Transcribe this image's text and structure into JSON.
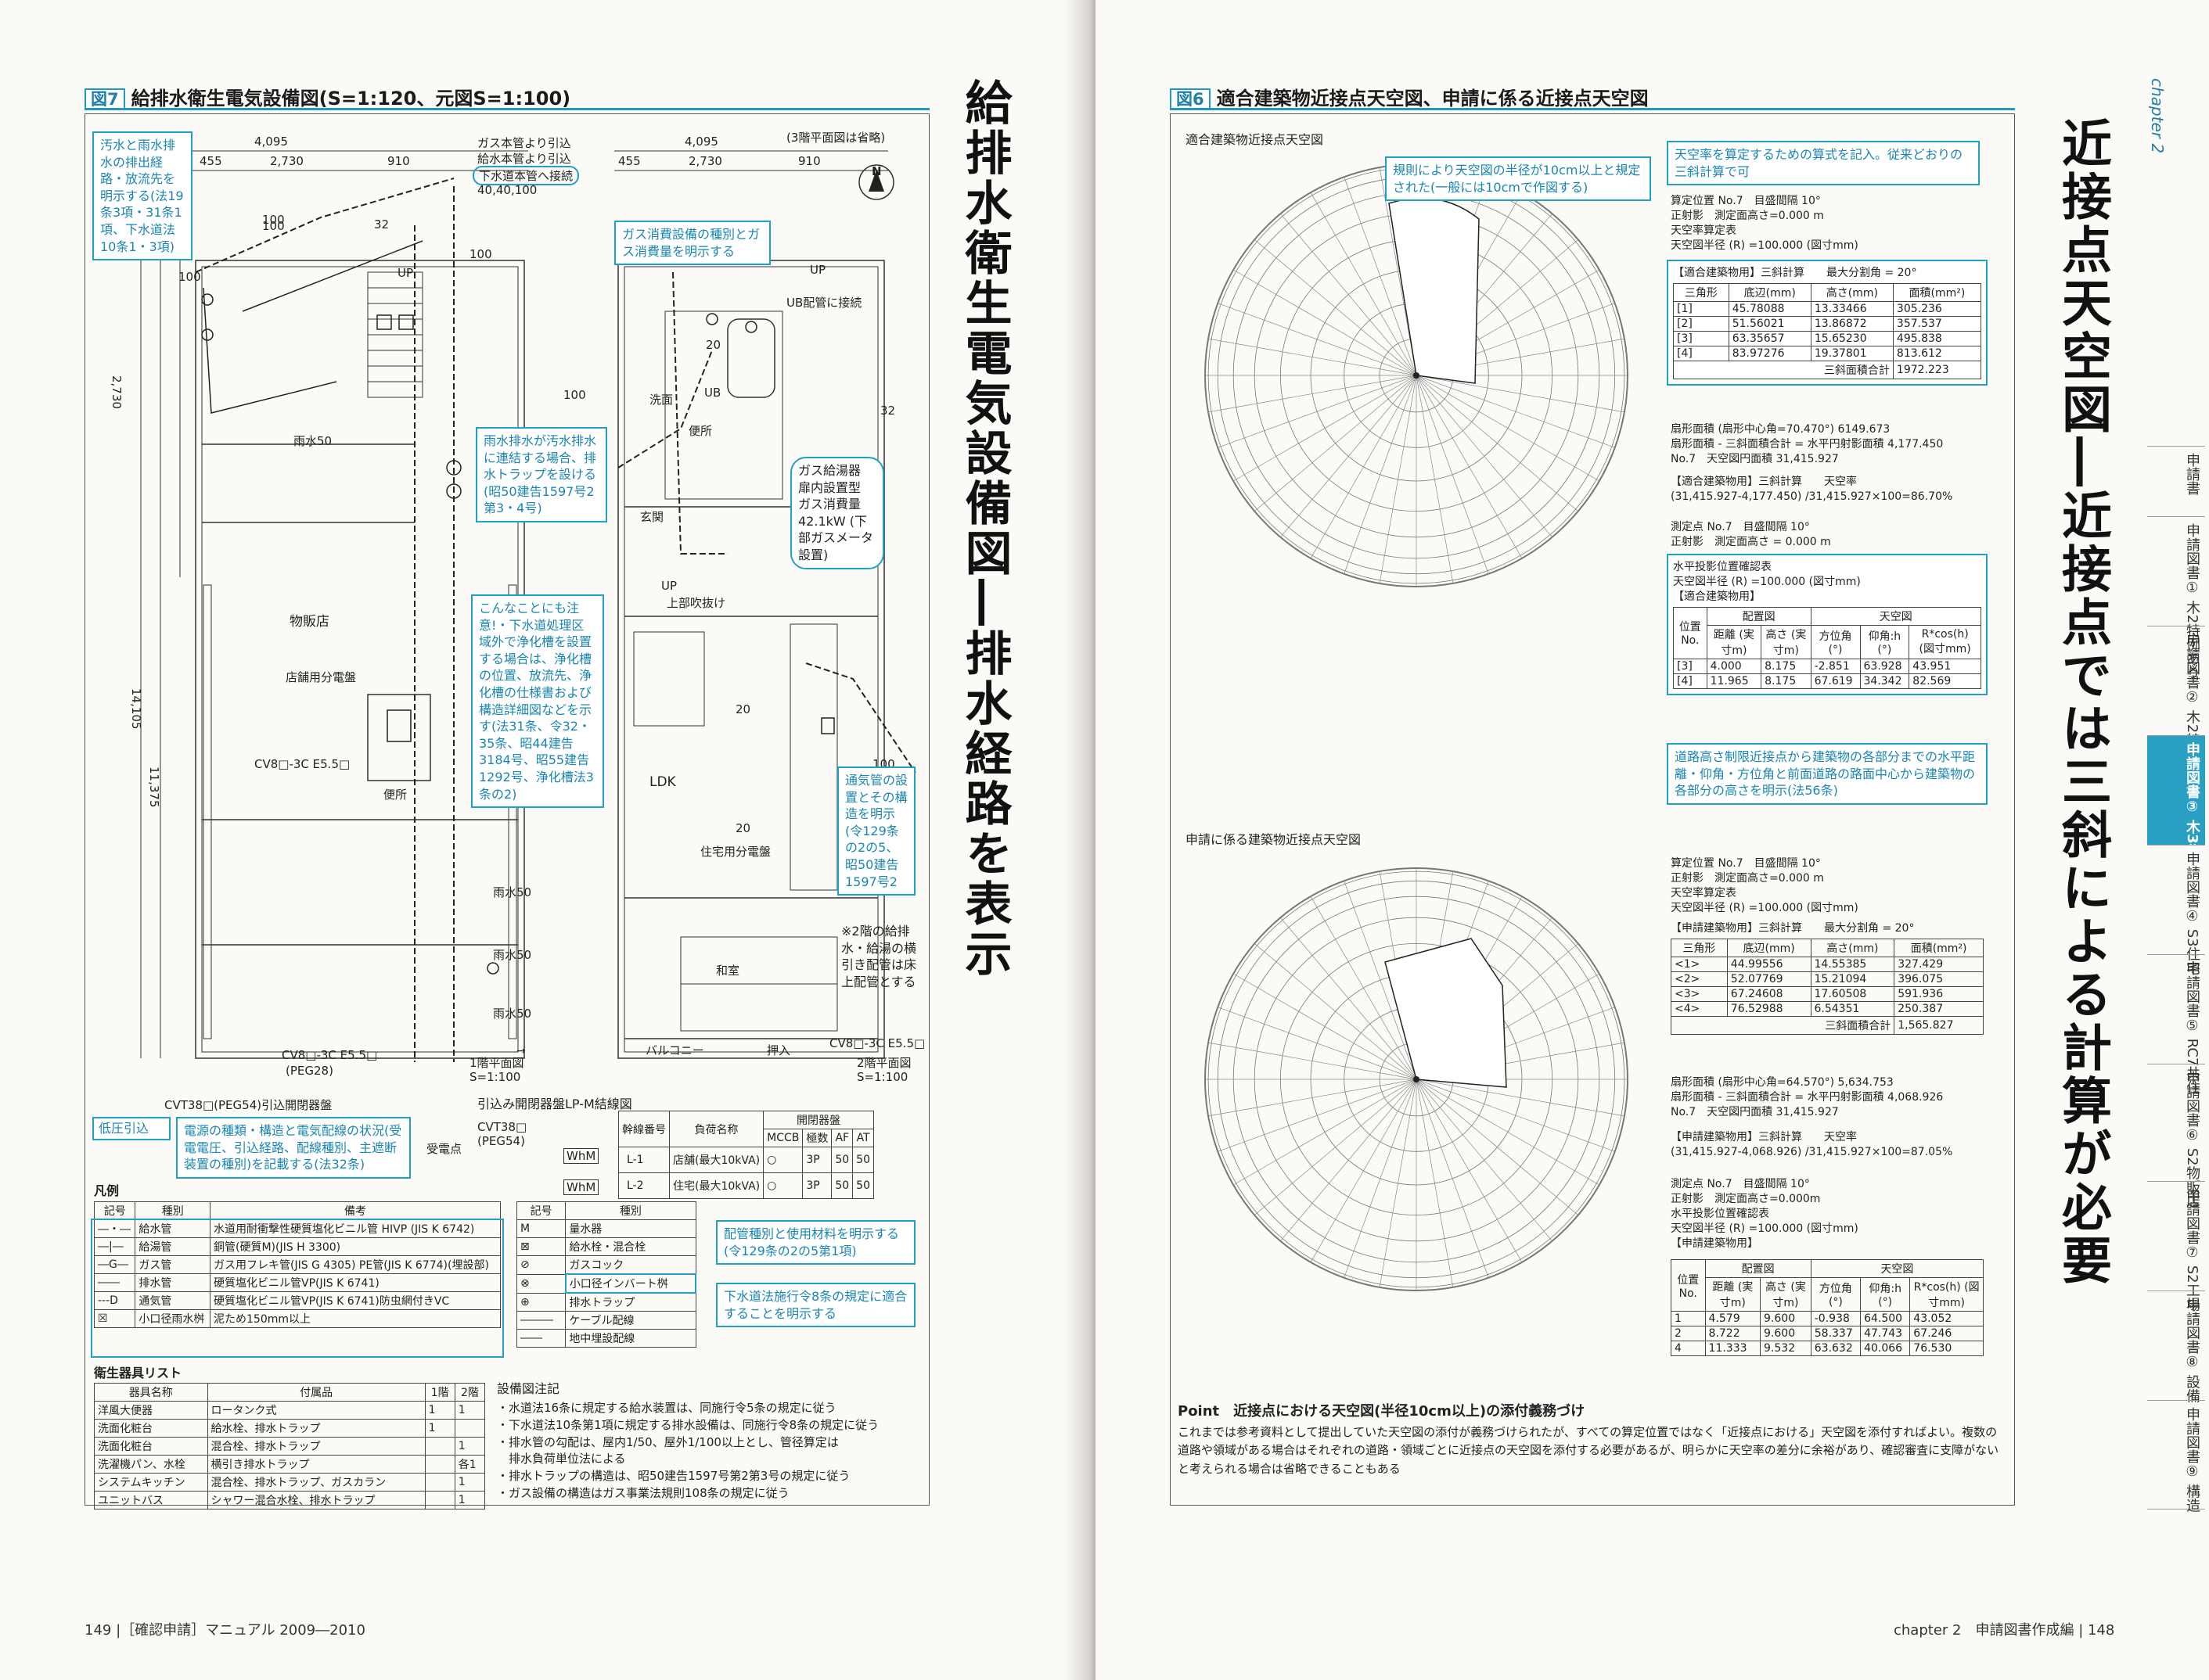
{
  "left": {
    "fig7_num": "図7",
    "fig7_title": "給排水衛生電気設備図(S=1:120、元図S=1:100)",
    "vertical_title": "給排水衛生電気設備図―排水経路を表示",
    "plan_labels": {
      "dim_4095_a": "4,095",
      "dim_455_a": "455",
      "dim_2730_a": "2,730",
      "dim_910_a": "910",
      "dim_4095_b": "4,095",
      "dim_455_b": "455",
      "dim_2730_b": "2,730",
      "dim_910_b": "910",
      "dim_2730_v": "2,730",
      "dim_14105": "14,105",
      "dim_11375": "11,375",
      "gas_in": "ガス本管より引込",
      "water_in": "給水本管より引込",
      "sewer": "下水道本管へ接続",
      "pipe_sizes": "40,40,100",
      "third_floor_note": "(3階平面図は省略)",
      "rain50_a": "雨水50",
      "rain50_b": "雨水50",
      "rain50_c": "雨水50",
      "rain50_d": "雨水50",
      "shop": "物販店",
      "shop_panel": "店舗用分電盤",
      "cv8_a": "CV8□-3C E5.5□",
      "toilet_a": "便所",
      "entrance": "玄関",
      "ldk": "LDK",
      "house_panel": "住宅用分電盤",
      "washitsu": "和室",
      "balcony": "バルコニー",
      "closet": "押入",
      "senmen": "洗面",
      "benjo_b": "便所",
      "ub": "UB",
      "up_a": "UP",
      "up_b": "UP",
      "up_c": "UP",
      "upper_void": "上部吹抜け",
      "ub_note": "UB配管に接続",
      "cv8_b": "CV8□-3C E5.5□",
      "peg28": "(PEG28)",
      "cv8_c": "CV8□-3C E5.5□",
      "floor1": "1階平面図",
      "floor1_scale": "S=1:100",
      "floor2": "2階平面図",
      "floor2_scale": "S=1:100",
      "cvt38_a": "CVT38□(PEG54)引込開閉器盤",
      "cvt38_b": "CVT38□",
      "peg54": "(PEG54)",
      "power_point": "受電点",
      "lpm": "引込み開閉器盤LP-M結線図",
      "n100_a": "100",
      "n100_b": "100",
      "n100_c": "100",
      "n100_d": "100",
      "n100_e": "100",
      "n32_a": "32",
      "n32_b": "32",
      "n20_a": "20",
      "n20_b": "20",
      "n20_c": "20",
      "north": "N"
    },
    "callouts": {
      "c1": "汚水と雨水排水の排出経路・放流先を明示する(法19条3項・31条1項、下水道法10条1・3項)",
      "c2": "ガス消費設備の種別とガス消費量を明示する",
      "c3": "雨水排水が汚水排水に連結する場合、排水トラップを設ける(昭50建告1597号2第3・4号)",
      "c4": "ガス給湯器 扉内設置型 ガス消費量 42.1kW (下部ガスメータ設置)",
      "c5": "こんなことにも注意!・下水道処理区域外で浄化槽を設置する場合は、浄化槽の位置、放流先、浄化槽の仕様書および構造詳細図などを示す(法31条、令32・35条、昭44建告3184号、昭55建告1292号、浄化槽法3条の2)",
      "c6": "通気管の設置とその構造を明示(令129条の2の5、昭50建告1597号2",
      "c7": "※2階の給排水・給湯の横引き配管は床上配管とする",
      "c8": "低圧引込",
      "c9": "電源の種類・構造と電気配線の状況(受電電圧、引込経路、配線種別、主遮断装置の種別)を記載する(法32条)",
      "c10": "配管種別と使用材料を明示する(令129条の2の5第1項)",
      "c11": "下水道法施行令8条の規定に適合することを明示する"
    },
    "lpm_table": {
      "headers": [
        "幹線番号",
        "負荷名称",
        "MCCB",
        "極数",
        "AF",
        "AT"
      ],
      "group_header": "開閉器盤",
      "rows": [
        [
          "L-1",
          "店舗(最大10kVA)",
          "○",
          "3P",
          "50",
          "50"
        ],
        [
          "L-2",
          "住宅(最大10kVA)",
          "○",
          "3P",
          "50",
          "50"
        ]
      ],
      "meter": "WhM"
    },
    "legend": {
      "title": "凡例",
      "headers": [
        "記号",
        "種別",
        "備考"
      ],
      "rows": [
        [
          "―・―",
          "給水管",
          "水道用耐衝撃性硬質塩化ビニル管 HIVP (JIS K 6742)"
        ],
        [
          "―|―",
          "給湯管",
          "銅管(硬質M)(JIS H 3300)"
        ],
        [
          "―G―",
          "ガス管",
          "ガス用フレキ管(JIS G 4305) PE管(JIS K 6774)(埋設部)"
        ],
        [
          "――",
          "排水管",
          "硬質塩化ビニル管VP(JIS K 6741)"
        ],
        [
          "---D",
          "通気管",
          "硬質塩化ビニル管VP(JIS K 6741)防虫網付きVC"
        ],
        [
          "☒",
          "小口径雨水桝",
          "泥ため150mm以上"
        ]
      ],
      "right_headers": [
        "記号",
        "種別"
      ],
      "right_rows": [
        [
          "M",
          "量水器"
        ],
        [
          "⊠",
          "給水栓・混合栓"
        ],
        [
          "⊘",
          "ガスコック"
        ],
        [
          "⊗",
          "小口径インバート桝"
        ],
        [
          "⊕",
          "排水トラップ"
        ],
        [
          "―――",
          "ケーブル配線"
        ],
        [
          "――",
          "地中埋設配線"
        ]
      ]
    },
    "fixtures": {
      "title": "衛生器具リスト",
      "headers": [
        "器具名称",
        "付属品",
        "1階",
        "2階"
      ],
      "rows": [
        [
          "洋風大便器",
          "ロータンク式",
          "1",
          "1"
        ],
        [
          "洗面化粧台",
          "給水栓、排水トラップ",
          "1",
          ""
        ],
        [
          "洗面化粧台",
          "混合栓、排水トラップ",
          "",
          "1"
        ],
        [
          "洗濯機パン、水栓",
          "横引き排水トラップ",
          "",
          "各1"
        ],
        [
          "システムキッチン",
          "混合栓、排水トラップ、ガスカラン",
          "",
          "1"
        ],
        [
          "ユニットバス",
          "シャワー混合水栓、排水トラップ",
          "",
          "1"
        ]
      ]
    },
    "notes": {
      "title": "設備図注記",
      "lines": [
        "・水道法16条に規定する給水装置は、同施行令5条の規定に従う",
        "・下水道法10条第1項に規定する排水設備は、同施行令8条の規定に従う",
        "・排水管の勾配は、屋内1/50、屋外1/100以上とし、管径算定は",
        "　排水負荷単位法による",
        "・排水トラップの構造は、昭50建告1597号第2第3号の規定に従う",
        "・ガス設備の構造はガス事業法規則108条の規定に従う"
      ]
    },
    "footer": "149 |［確認申請］マニュアル 2009―2010"
  },
  "right": {
    "fig6_num": "図6",
    "fig6_title": "適合建築物近接点天空図、申請に係る近接点天空図",
    "chapter_label": "chapter 2",
    "vertical_title": "近接点天空図―近接点では三斜による計算が必要",
    "sky1_label": "適合建築物近接点天空図",
    "sky2_label": "申請に係る建築物近接点天空図",
    "callout_radius": "規則により天空図の半径が10cm以上と規定された(一般には10cmで作図する)",
    "callout_formula": "天空率を算定するための算式を記入。従来どおりの三斜計算で可",
    "callout_road": "道路高さ制限近接点から建築物の各部分までの水平距離・仰角・方位角と前面道路の路面中心から建築物の各部分の高さを明示(法56条)",
    "calc1": {
      "l1": "算定位置 No.7　目盛間隔 10°",
      "l2": "正射影　測定面高さ=0.000 m",
      "l3": "天空率算定表",
      "l4": "天空図半径 (R) =100.000 (図寸mm)",
      "box_title": "【適合建築物用】三斜計算　　最大分割角 = 20°",
      "headers": [
        "三角形",
        "底辺(mm)",
        "高さ(mm)",
        "面積(mm²)"
      ],
      "rows": [
        [
          "[1]",
          "45.78088",
          "13.33466",
          "305.236"
        ],
        [
          "[2]",
          "51.56021",
          "13.86872",
          "357.537"
        ],
        [
          "[3]",
          "63.35657",
          "15.65230",
          "495.838"
        ],
        [
          "[4]",
          "83.97276",
          "19.37801",
          "813.612"
        ]
      ],
      "total_label": "三斜面積合計",
      "total": "1972.223",
      "sector1": "扇形面積 (扇形中心角=70.470°) 6149.673",
      "sector2": "扇形面積 - 三斜面積合計 = 水平円射影面積 4,177.450",
      "sector3": "No.7　天空図円面積 31,415.927",
      "ratio_title": "【適合建築物用】三斜計算　　天空率",
      "ratio": "(31,415.927-4,177.450) /31,415.927×100=86.70%",
      "m1": "測定点 No.7　目盛間隔 10°",
      "m2": "正射影　測定面高さ = 0.000 m",
      "pos_title": "水平投影位置確認表",
      "pos_r": "天空図半径 (R) =100.000 (図寸mm)",
      "pos_sub": "【適合建築物用】",
      "pos_group1": "配置図",
      "pos_group2": "天空図",
      "pos_headers": [
        "位置 No.",
        "距離 (実寸m)",
        "高さ (実寸m)",
        "方位角 (°)",
        "仰角:h (°)",
        "R*cos(h) (図寸mm)"
      ],
      "pos_rows": [
        [
          "[3]",
          "4.000",
          "8.175",
          "-2.851",
          "63.928",
          "43.951"
        ],
        [
          "[4]",
          "11.965",
          "8.175",
          "67.619",
          "34.342",
          "82.569"
        ]
      ]
    },
    "calc2": {
      "l1": "算定位置 No.7　目盛間隔 10°",
      "l2": "正射影　測定面高さ=0.000 m",
      "l3": "天空率算定表",
      "l4": "天空図半径 (R) =100.000 (図寸mm)",
      "box_title": "【申請建築物用】三斜計算　　最大分割角 = 20°",
      "headers": [
        "三角形",
        "底辺(mm)",
        "高さ(mm)",
        "面積(mm²)"
      ],
      "rows": [
        [
          "<1>",
          "44.99556",
          "14.55385",
          "327.429"
        ],
        [
          "<2>",
          "52.07769",
          "15.21094",
          "396.075"
        ],
        [
          "<3>",
          "67.24608",
          "17.60508",
          "591.936"
        ],
        [
          "<4>",
          "76.52988",
          "6.54351",
          "250.387"
        ]
      ],
      "total_label": "三斜面積合計",
      "total": "1,565.827",
      "sector1": "扇形面積 (扇形中心角=64.570°) 5,634.753",
      "sector2": "扇形面積 - 三斜面積合計 = 水平円射影面積 4,068.926",
      "sector3": "No.7　天空図円面積 31,415.927",
      "ratio_title": "【申請建築物用】三斜計算　　天空率",
      "ratio": "(31,415.927-4,068.926) /31,415.927×100=87.05%",
      "m1": "測定点 No.7　目盛間隔 10°",
      "m2": "正射影　測定面高さ=0.000m",
      "m3": "水平投影位置確認表",
      "m4": "天空図半径 (R) =100.000 (図寸mm)",
      "pos_sub": "【申請建築物用】",
      "pos_group1": "配置図",
      "pos_group2": "天空図",
      "pos_headers": [
        "位置 No.",
        "距離 (実寸m)",
        "高さ (実寸m)",
        "方位角 (°)",
        "仰角:h (°)",
        "R*cos(h) (図寸mm)"
      ],
      "pos_rows": [
        [
          "1",
          "4.579",
          "9.600",
          "-0.938",
          "64.500",
          "43.052"
        ],
        [
          "2",
          "8.722",
          "9.600",
          "58.337",
          "47.743",
          "67.246"
        ],
        [
          "4",
          "11.333",
          "9.532",
          "63.632",
          "40.066",
          "76.530"
        ]
      ]
    },
    "point": {
      "title": "Point　近接点における天空図(半径10cm以上)の添付義務づけ",
      "body": "これまでは参考資料として提出していた天空図の添付が義務づけられたが、すべての算定位置ではなく「近接点における」天空図を添付すればよい。複数の道路や領域がある場合はそれぞれの道路・領域ごとに近接点の天空図を添付する必要があるが、明らかに天空率の差分に余裕があり、確認審査に支障がないと考えられる場合は省略できることもある"
    },
    "side_tabs": [
      {
        "label": "申請書",
        "active": false
      },
      {
        "label": "申請図書① 木2特例あり",
        "active": false
      },
      {
        "label": "申請図書② 木2特例なし",
        "active": false
      },
      {
        "label": "申請図書③ 木3住宅",
        "active": true
      },
      {
        "label": "申請図書④ S3住宅",
        "active": false
      },
      {
        "label": "申請図書⑤ RC7共住",
        "active": false
      },
      {
        "label": "申請図書⑥ S2物販店",
        "active": false
      },
      {
        "label": "申請図書⑦ S2工場",
        "active": false
      },
      {
        "label": "申請図書⑧ 設備",
        "active": false
      },
      {
        "label": "申請図書⑨ 構造",
        "active": false
      }
    ],
    "footer": "chapter 2　申請図書作成編 | 148"
  },
  "colors": {
    "accent": "#1f9bc0",
    "tab_active": "#2a9fc4"
  }
}
